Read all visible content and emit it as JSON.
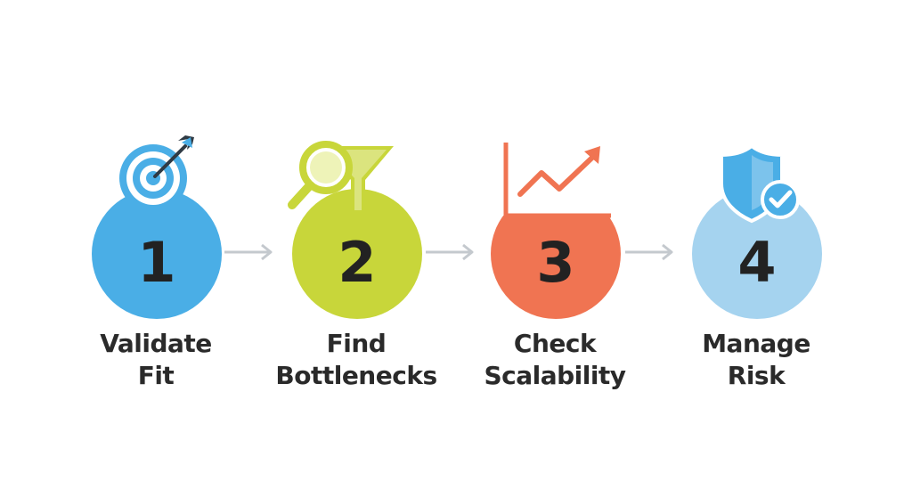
{
  "steps": [
    {
      "number": "1",
      "line1": "Validate",
      "line2": "Fit",
      "icon": "target-icon",
      "color": "#4aaee6"
    },
    {
      "number": "2",
      "line1": "Find",
      "line2": "Bottlenecks",
      "icon": "magnifier-funnel-icon",
      "color": "#c8d63a"
    },
    {
      "number": "3",
      "line1": "Check",
      "line2": "Scalability",
      "icon": "growth-chart-icon",
      "color": "#f07452"
    },
    {
      "number": "4",
      "line1": "Manage",
      "line2": "Risk",
      "icon": "shield-check-icon",
      "color": "#a5d3ef"
    }
  ],
  "colors": {
    "arrow": "#c4c9ce",
    "text": "#2a2a2a",
    "number": "#222222"
  }
}
